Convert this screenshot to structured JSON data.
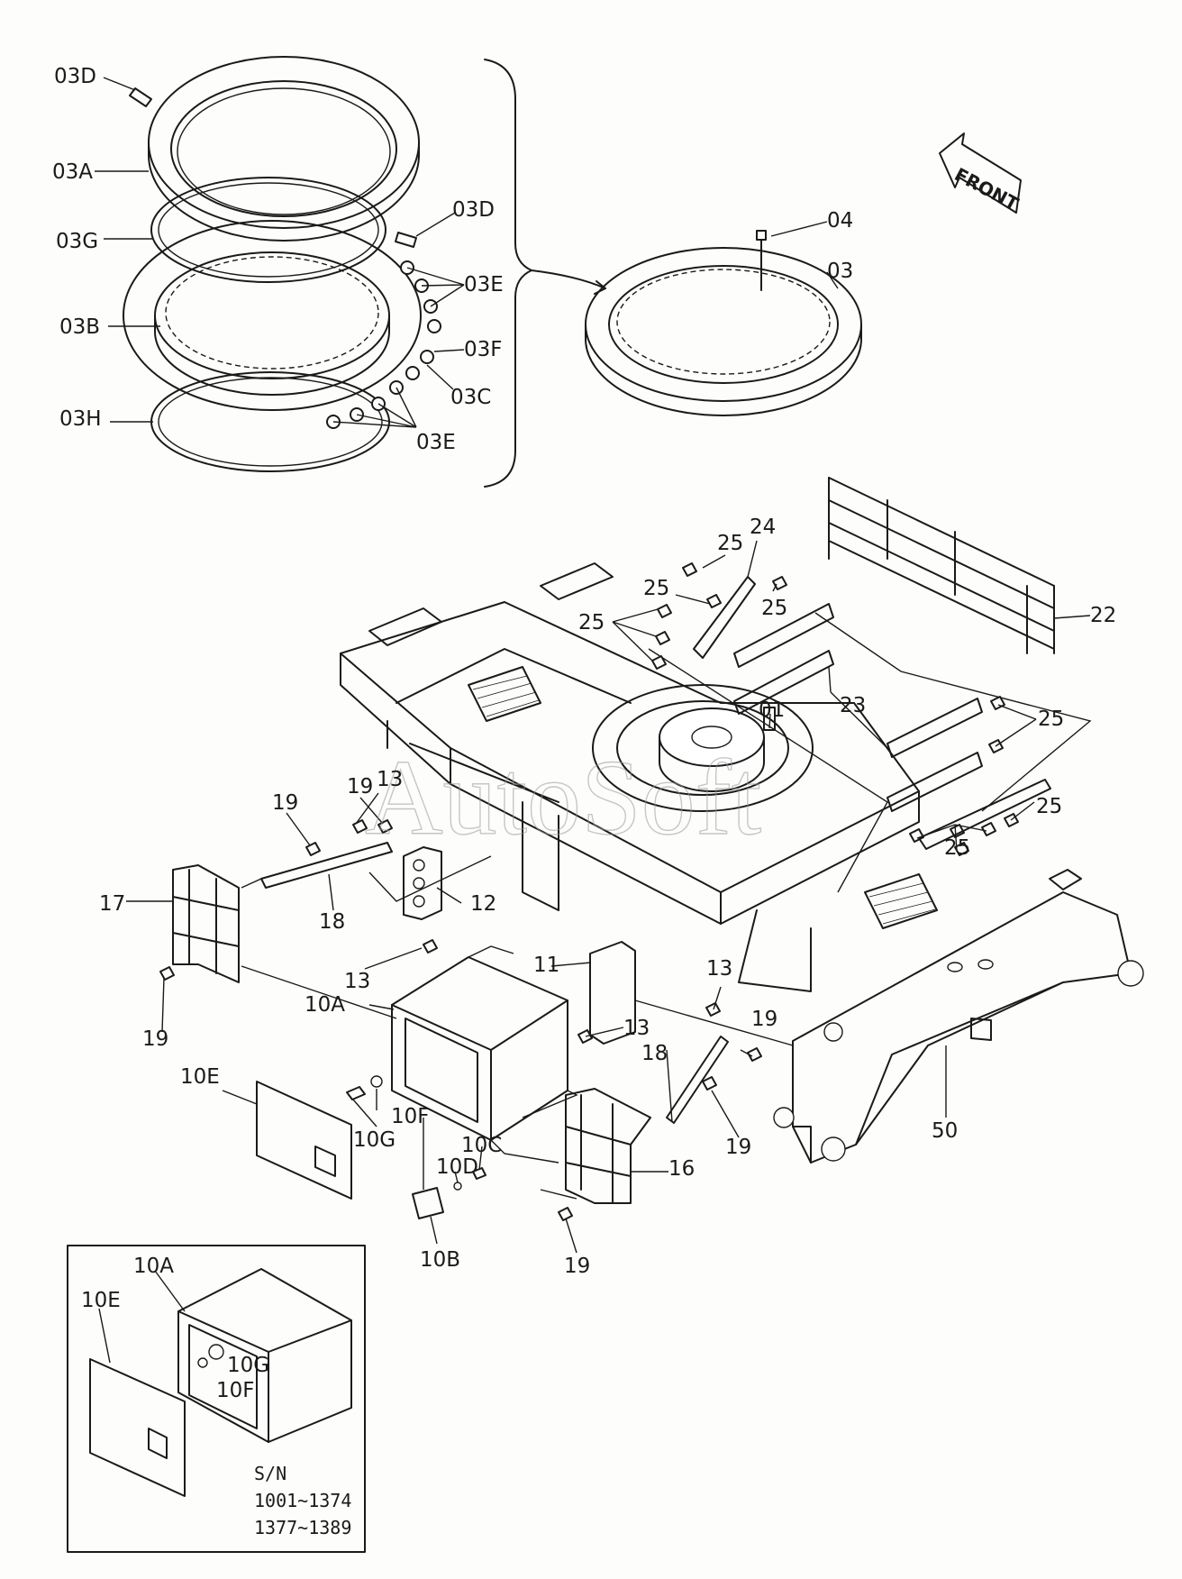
{
  "watermark": "AutoSoft",
  "front_label": "FRONT",
  "inset": {
    "serial_title": "S/N",
    "serial_ranges": [
      "1001~1374",
      "1377~1389"
    ],
    "labels": {
      "i10A": "10A",
      "i10E": "10E",
      "i10G": "10G",
      "i10F": "10F"
    }
  },
  "labels": {
    "l03D_top": "03D",
    "l03A": "03A",
    "l03D_mid": "03D",
    "l03G": "03G",
    "l03E_upper": "03E",
    "l03B": "03B",
    "l03F": "03F",
    "l03C": "03C",
    "l03H": "03H",
    "l03E_lower": "03E",
    "l04": "04",
    "l03": "03",
    "l24": "24",
    "l25_a": "25",
    "l25_b": "25",
    "l25_c": "25",
    "l25_d": "25",
    "l22": "22",
    "l23": "23",
    "l01": "01",
    "l25_e": "25",
    "l25_f": "25",
    "l25_g": "25",
    "l19_a": "19",
    "l13_a": "13",
    "l19_b": "19",
    "l17": "17",
    "l18_a": "18",
    "l12": "12",
    "l19_c": "19",
    "l13_b": "13",
    "l10A": "10A",
    "l11": "11",
    "l13_c": "13",
    "l13_d": "13",
    "l19_d": "19",
    "l18_b": "18",
    "l10E": "10E",
    "l10F": "10F",
    "l10G": "10G",
    "l10C": "10C",
    "l10D": "10D",
    "l19_e": "19",
    "l16": "16",
    "l50": "50",
    "l10B": "10B",
    "l19_f": "19"
  }
}
